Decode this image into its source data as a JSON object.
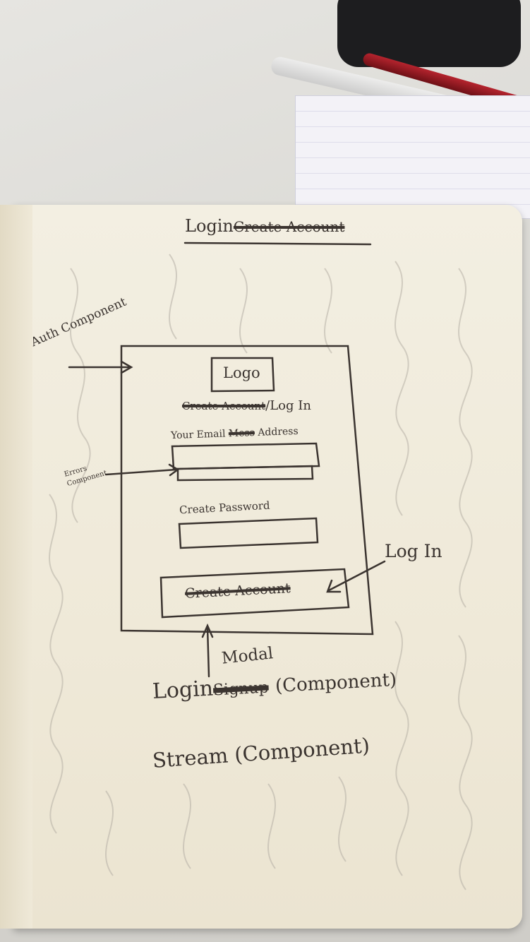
{
  "sketch": {
    "title": {
      "kept": "Login",
      "crossed_out": "Create Account"
    },
    "annotations": {
      "auth_component": "Auth Component",
      "errors_component": "Errors Component",
      "modal": "Modal",
      "log_in_arrow": "Log In"
    },
    "wireframe": {
      "logo": "Logo",
      "heading_crossed": "Create Account",
      "heading": "/Log In",
      "email_label_1": "Your Email",
      "email_label_crossed": "Mess",
      "email_label_2": "Address",
      "password_label": "Create Password",
      "button_crossed": "Create Account"
    },
    "components": {
      "login_kept": "Login",
      "login_crossed": "Signup",
      "login_suffix": "(Component)",
      "stream": "Stream (Component)"
    }
  }
}
